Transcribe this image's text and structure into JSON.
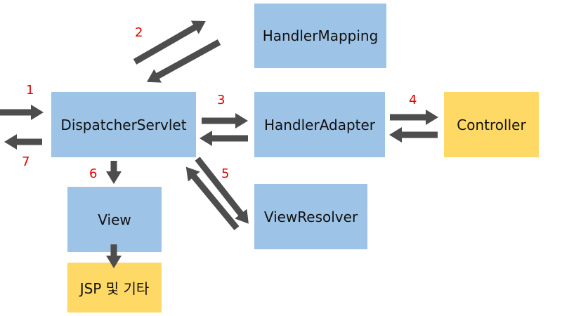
{
  "boxes": {
    "dispatcher": "DispatcherServlet",
    "handler_mapping": "HandlerMapping",
    "handler_adapter": "HandlerAdapter",
    "controller": "Controller",
    "view_resolver": "ViewResolver",
    "view": "View",
    "jsp": "JSP 및 기타"
  },
  "steps": [
    "1",
    "2",
    "3",
    "4",
    "5",
    "6",
    "7"
  ],
  "colors": {
    "box_blue": "#9dc3e6",
    "box_yellow": "#ffd966",
    "arrow": "#4d4d4d",
    "step_number": "#e00000"
  }
}
